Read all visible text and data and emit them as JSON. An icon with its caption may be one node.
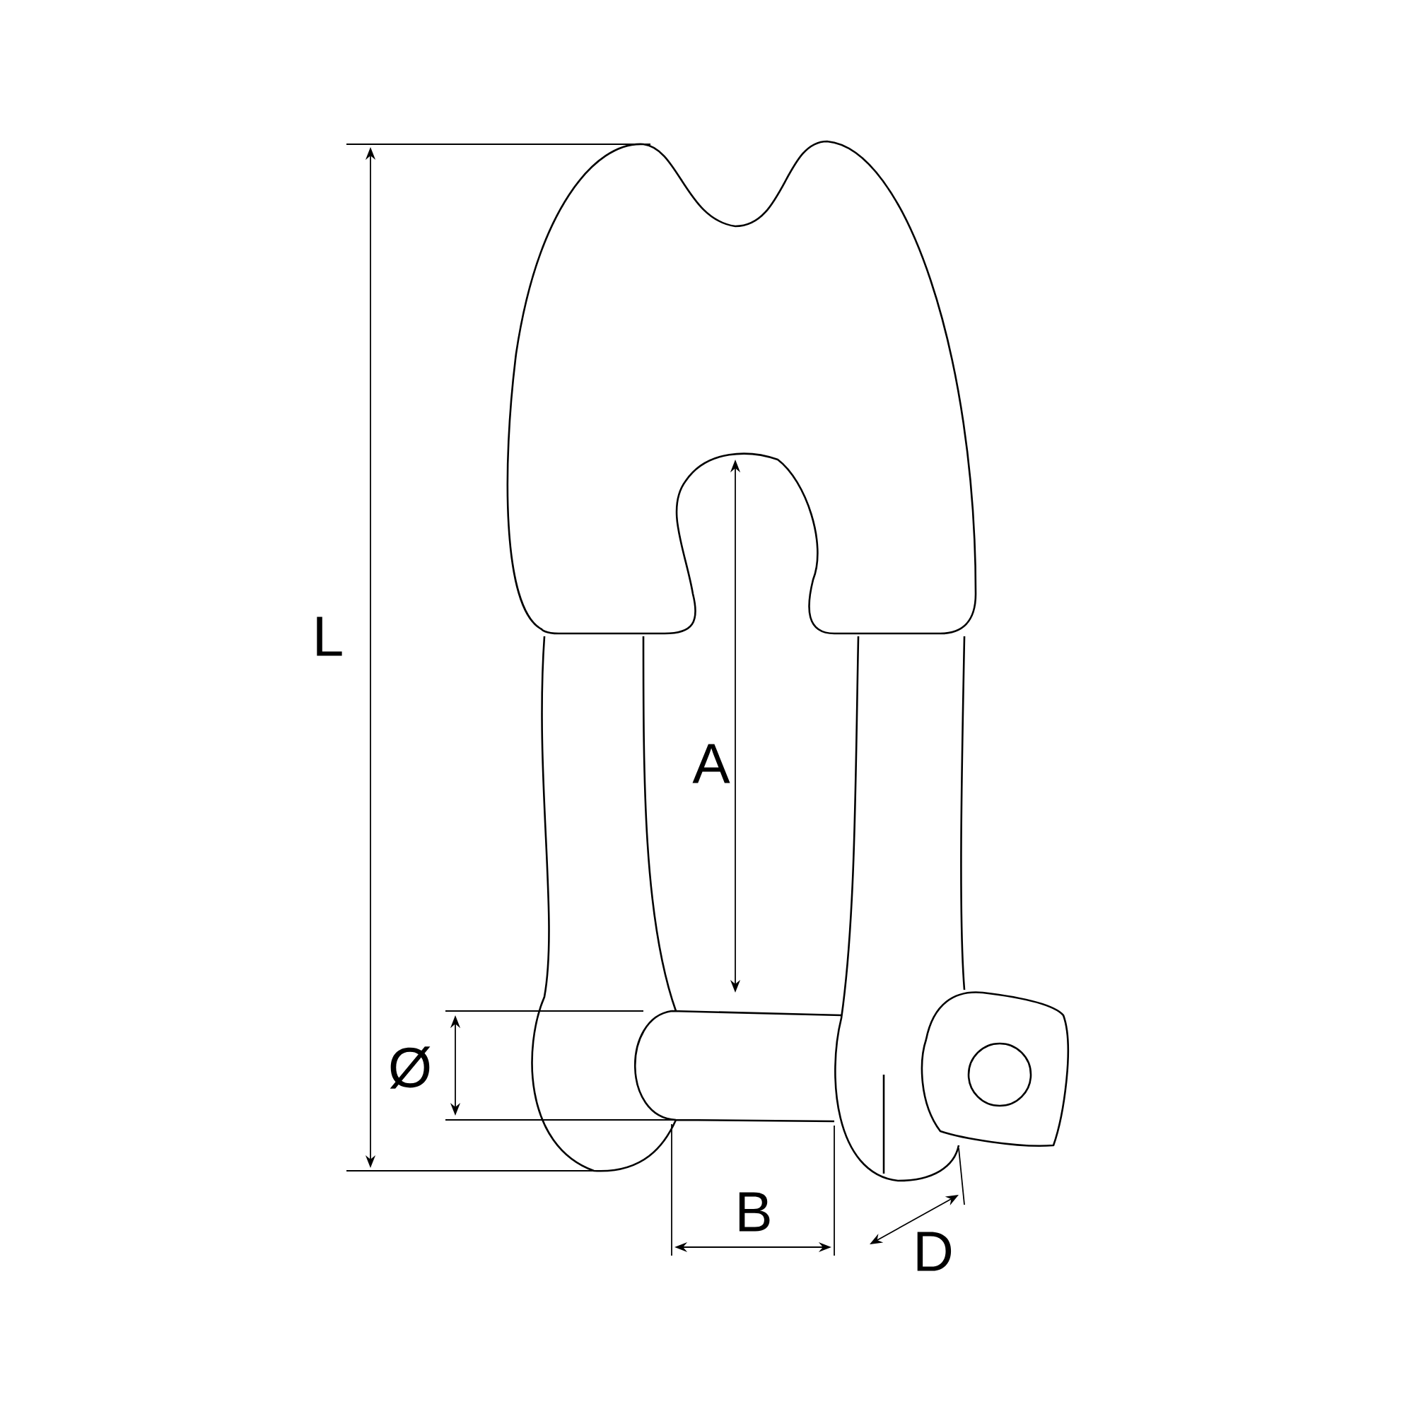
{
  "diagram": {
    "labels": [
      "L",
      "A",
      "Ø",
      "B",
      "D"
    ]
  }
}
